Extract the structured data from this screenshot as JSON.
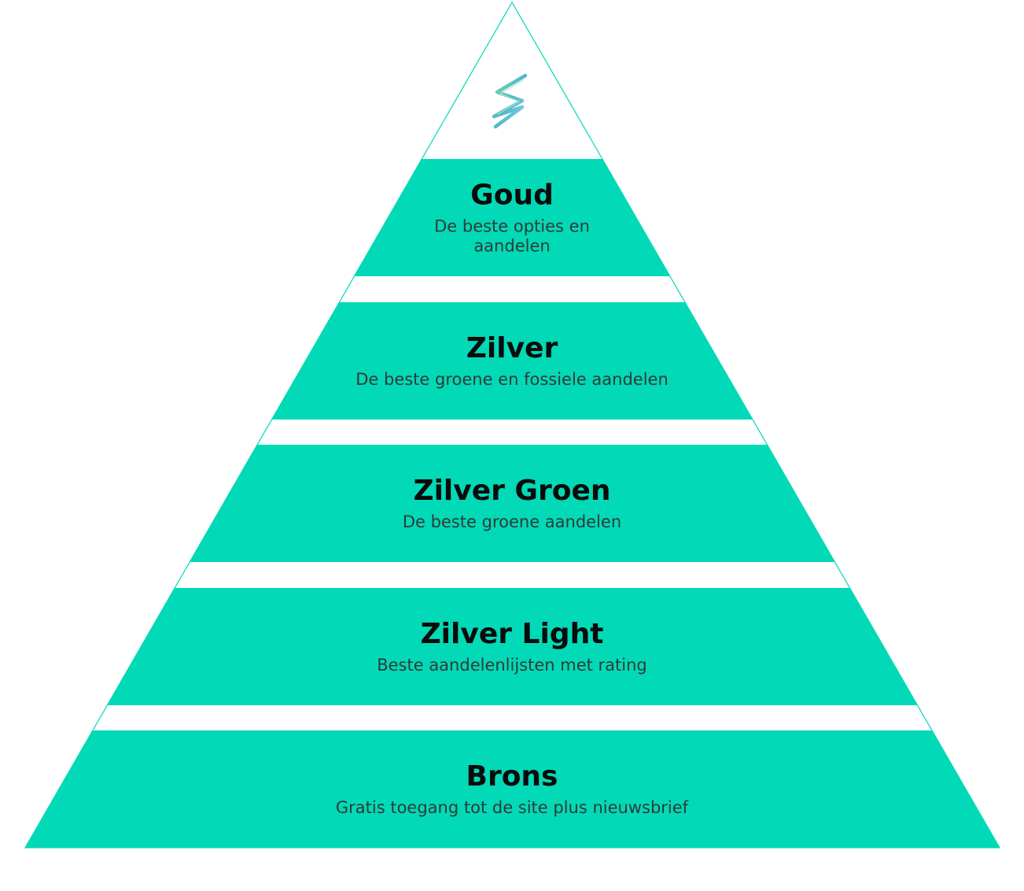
{
  "colors": {
    "tier_fill": "#02d9b6",
    "outline": "#02d9b6",
    "title_text": "#0b0b0b",
    "subtitle_text": "#2e3b38"
  },
  "logo": {
    "icon": "lightning-bolt-logo"
  },
  "tiers": [
    {
      "title": "Goud",
      "subtitle_lines": [
        "De beste opties en",
        "aandelen"
      ]
    },
    {
      "title": "Zilver",
      "subtitle_lines": [
        "De beste groene en fossiele aandelen"
      ]
    },
    {
      "title": "Zilver Groen",
      "subtitle_lines": [
        "De beste groene aandelen"
      ]
    },
    {
      "title": "Zilver Light",
      "subtitle_lines": [
        "Beste aandelenlijsten met rating"
      ]
    },
    {
      "title": "Brons",
      "subtitle_lines": [
        "Gratis toegang tot de site plus nieuwsbrief"
      ]
    }
  ]
}
